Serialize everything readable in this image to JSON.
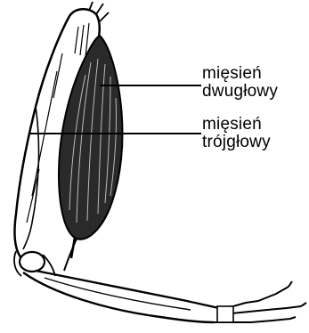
{
  "labels": {
    "biceps": {
      "line1": "mięsień",
      "line2": "dwugłowy"
    },
    "triceps": {
      "line1": "mięsień",
      "line2": "trójgłowy"
    }
  },
  "colors": {
    "ink": "#000000",
    "background": "#ffffff"
  }
}
